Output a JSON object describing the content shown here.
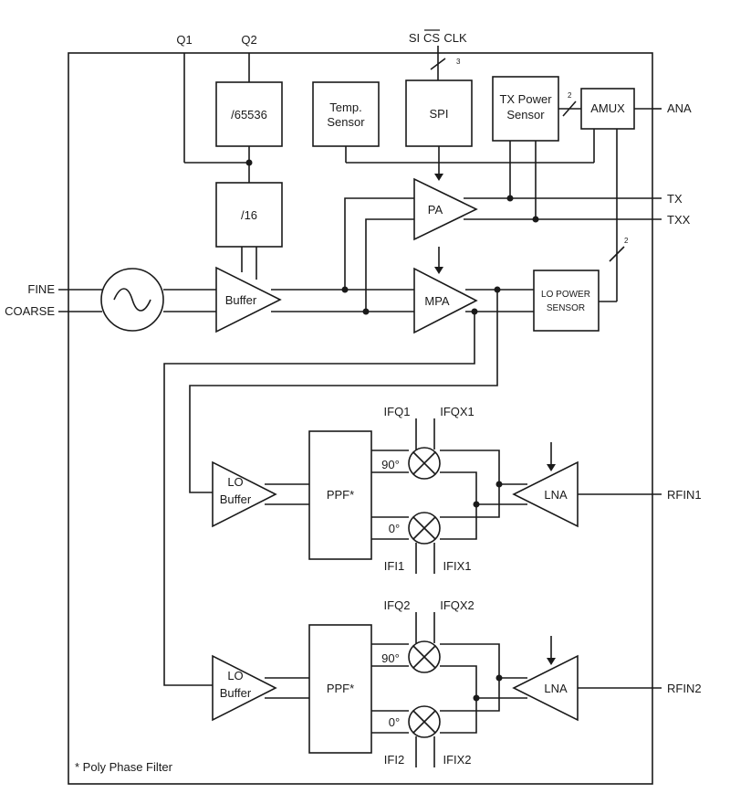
{
  "pins": {
    "q1": "Q1",
    "q2": "Q2",
    "si": "SI",
    "cs": "CS",
    "clk": "CLK",
    "ana": "ANA",
    "tx": "TX",
    "txx": "TXX",
    "fine": "FINE",
    "coarse": "COARSE",
    "rfin1": "RFIN1",
    "rfin2": "RFIN2",
    "ifq1": "IFQ1",
    "ifqx1": "IFQX1",
    "ifi1": "IFI1",
    "ifix1": "IFIX1",
    "ifq2": "IFQ2",
    "ifqx2": "IFQX2",
    "ifi2": "IFI2",
    "ifix2": "IFIX2"
  },
  "blocks": {
    "div65536": "/65536",
    "temp_sensor_line1": "Temp.",
    "temp_sensor_line2": "Sensor",
    "spi": "SPI",
    "tx_power_line1": "TX Power",
    "tx_power_line2": "Sensor",
    "amux": "AMUX",
    "div16": "/16",
    "pa": "PA",
    "buffer": "Buffer",
    "mpa": "MPA",
    "lo_power_line1": "LO POWER",
    "lo_power_line2": "SENSOR",
    "lo_buffer_line1": "LO",
    "lo_buffer_line2": "Buffer",
    "ppf": "PPF*",
    "lna": "LNA",
    "phase_90": "90°",
    "phase_0": "0°"
  },
  "bus_widths": {
    "spi_bus": "3",
    "tx_power_bus": "2",
    "lo_power_bus": "2"
  },
  "footnote": "* Poly Phase Filter"
}
